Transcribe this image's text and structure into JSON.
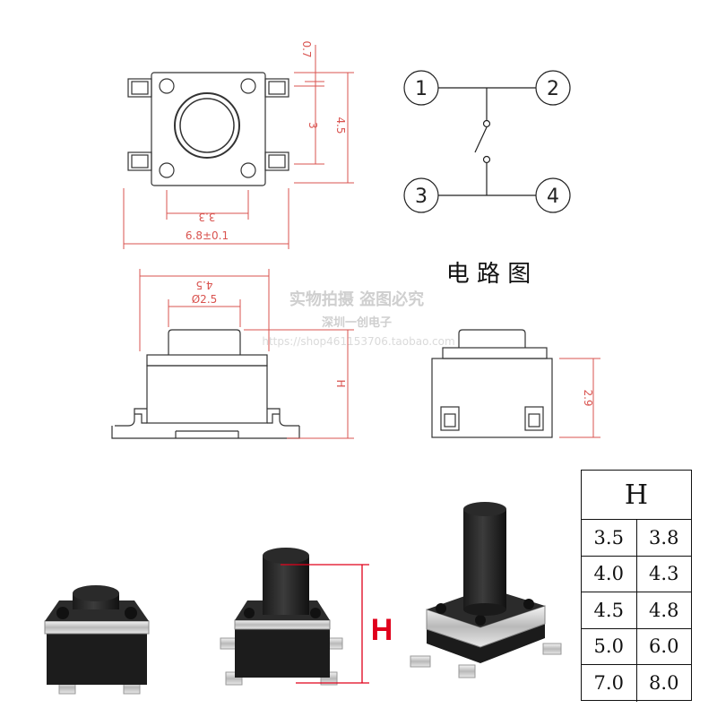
{
  "dimensions": {
    "d07": "0.7",
    "d3": "3",
    "d45_top": "4.5",
    "d33": "3.3",
    "d68": "6.8±0.1",
    "d45_side": "4.5",
    "d25": "Ø2.5",
    "dH": "H",
    "d29": "2.9"
  },
  "circuit": {
    "pin1": "1",
    "pin2": "2",
    "pin3": "3",
    "pin4": "4",
    "caption": "电 路 图"
  },
  "watermark": {
    "line1": "实物拍摄 盗图必究",
    "line2": "深圳一创电子",
    "line3": "https://shop461153706.taobao.com"
  },
  "photo": {
    "height_marker": "H"
  },
  "height_table": {
    "header": "H",
    "rows": [
      [
        "3.5",
        "3.8"
      ],
      [
        "4.0",
        "4.3"
      ],
      [
        "4.5",
        "4.8"
      ],
      [
        "5.0",
        "6.0"
      ],
      [
        "7.0",
        "8.0"
      ]
    ]
  },
  "colors": {
    "dimension": "#d9534f",
    "outline": "#333333",
    "highlight": "#e0001b"
  }
}
